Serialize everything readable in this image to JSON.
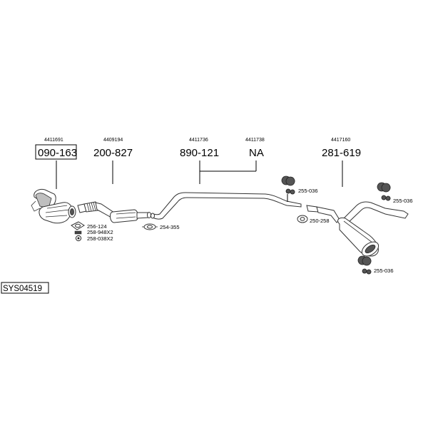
{
  "system_code": "SYS04519",
  "parts": [
    {
      "oe": "4411691",
      "part": "090-163"
    },
    {
      "oe": "4409194",
      "part": "200-827"
    },
    {
      "oe": "4411736",
      "part": "890-121"
    },
    {
      "oe": "4411738",
      "part": "NA"
    },
    {
      "oe": "4417160",
      "part": "281-619"
    }
  ],
  "accessories": {
    "cat_gasket": "256-124",
    "cat_bolts": "258-948X2",
    "cat_nuts": "258-038X2",
    "front_clamp": "254-355",
    "mid_hanger": "255-036",
    "rear_clamp": "250-258",
    "rear_hanger_top": "255-036",
    "rear_hanger_bottom": "255-036"
  }
}
